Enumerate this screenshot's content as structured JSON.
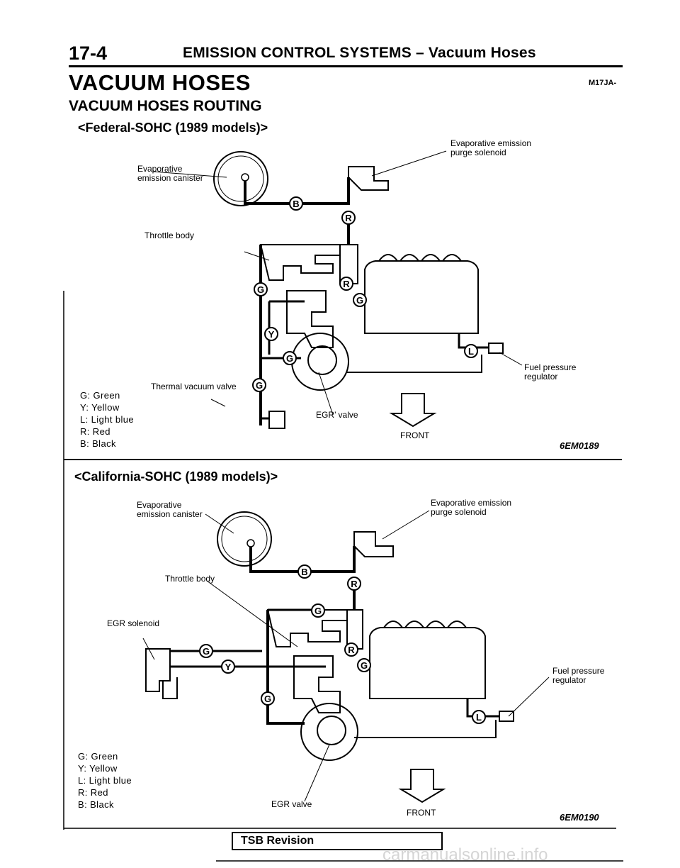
{
  "header": {
    "page_number": "17-4",
    "title": "EMISSION CONTROL SYSTEMS – Vacuum Hoses"
  },
  "heading": "VACUUM HOSES",
  "section_code": "M17JA-",
  "subheading": "VACUUM HOSES ROUTING",
  "figure1": {
    "title": "<Federal-SOHC (1989 models)>",
    "labels": {
      "canister_line1": "Evaporative",
      "canister_line2": "emission canister",
      "purge_line1": "Evaporative emission",
      "purge_line2": "purge solenoid",
      "throttle_body": "Throttle body",
      "thermal_valve": "Thermal vacuum valve",
      "egr_valve": "EGR’ valve",
      "fuel_line1": "Fuel pressure",
      "fuel_line2": "regulator",
      "front": "FRONT"
    },
    "legend": [
      "G: Green",
      "Y: Yellow",
      "L: Light blue",
      "R: Red",
      "B: Black"
    ],
    "code": "6EM0189"
  },
  "figure2": {
    "title": "<California-SOHC (1989 models)>",
    "labels": {
      "canister_line1": "Evaporative",
      "canister_line2": "emission canister",
      "purge_line1": "Evaporative emission",
      "purge_line2": "purge solenoid",
      "throttle_body": "Throttle body",
      "egr_solenoid": "EGR solenoid",
      "egr_valve": "EGR valve",
      "fuel_line1": "Fuel pressure",
      "fuel_line2": "regulator",
      "front": "FRONT"
    },
    "legend": [
      "G: Green",
      "Y: Yellow",
      "L: Light blue",
      "R: Red",
      "B: Black"
    ],
    "code": "6EM0190"
  },
  "footer": {
    "tsb": "TSB Revision",
    "watermark": "carmanualsonline.info"
  }
}
